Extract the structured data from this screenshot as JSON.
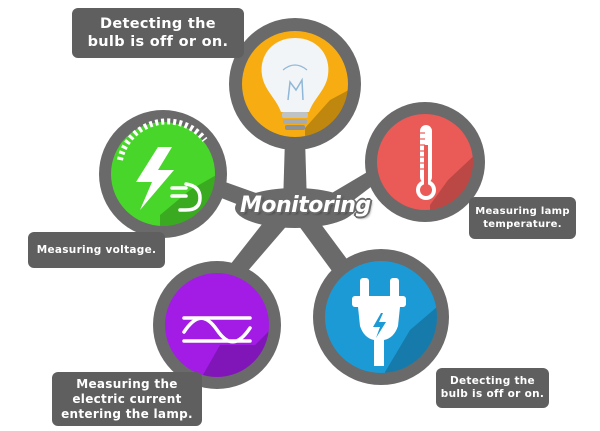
{
  "center": {
    "label": "Monitoring"
  },
  "nodes": [
    {
      "id": "bulb",
      "icon": "light-bulb-icon",
      "color": "#f7ad12",
      "label": "Detecting the\nbulb is off or on."
    },
    {
      "id": "temperature",
      "icon": "thermometer-icon",
      "color": "#ea5a57",
      "label": "Measuring lamp\ntemperature."
    },
    {
      "id": "plug",
      "icon": "power-plug-icon",
      "color": "#1c9ad6",
      "label": "Detecting the\nbulb is off or on."
    },
    {
      "id": "current",
      "icon": "sine-wave-icon",
      "color": "#a21ce6",
      "label": "Measuring the\nelectric current\nentering the lamp."
    },
    {
      "id": "voltage",
      "icon": "voltage-icon",
      "color": "#49d62a",
      "label": "Measuring voltage."
    }
  ],
  "colors": {
    "ring": "#6a6a6a",
    "label_bg": "#5f5f5f",
    "label_text": "#ffffff",
    "shadow": "#000000"
  }
}
